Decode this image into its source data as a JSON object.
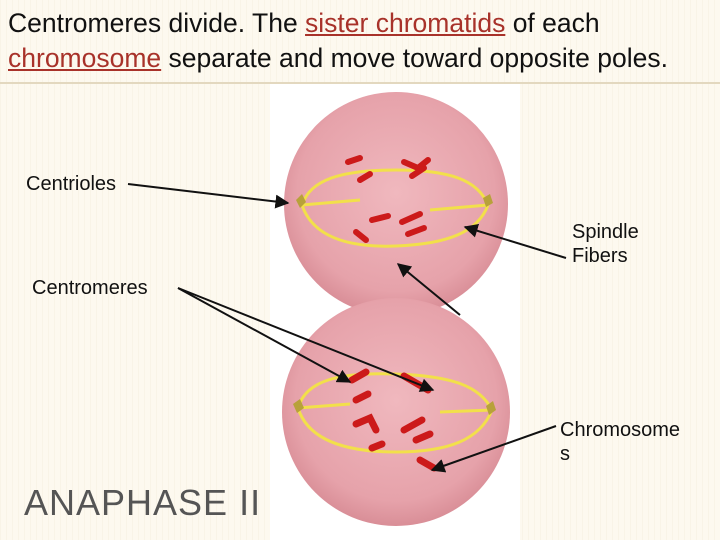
{
  "heading": {
    "part1": "Centromeres divide. The ",
    "link1": "sister chromatids",
    "part2": " of each ",
    "link2": "chromosome",
    "part3": " separate and move toward opposite poles."
  },
  "labels": {
    "centrioles": "Centrioles",
    "centromeres": "Centromeres",
    "spindle_line1": "Spindle",
    "spindle_line2": "Fibers",
    "chromosomes_line1": "Chromosome",
    "chromosomes_line2": "s"
  },
  "title": "ANAPHASE II",
  "colors": {
    "background": "#fdf9ef",
    "link": "#a8322a",
    "cell": "#e8a5ac",
    "chromosome": "#cc1a1a",
    "spindle": "#f2e04a"
  }
}
